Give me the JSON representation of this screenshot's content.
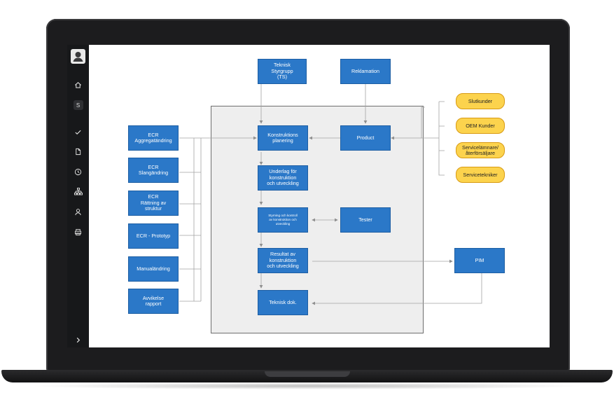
{
  "sidebar": {
    "icons": [
      "user-icon",
      "home-icon",
      "s-badge",
      "check-icon",
      "document-icon",
      "clock-icon",
      "hierarchy-icon",
      "person-icon",
      "printer-icon",
      "chevron-right-icon"
    ],
    "badge_label": "S"
  },
  "diagram": {
    "top": {
      "teknisk": "Teknisk\nStyrgrupp\n(TS)",
      "reklamation": "Reklamation"
    },
    "left": {
      "ecr_aggregat": "ECR\nAggregatändring",
      "ecr_slang": "ECR\nSlangändring",
      "ecr_rattning": "ECR\nRättning av\nstruktur",
      "ecr_prototyp": "ECR - Prototyp",
      "manual": "Manualändring",
      "avvikelse": "Avvikelse\nrapport"
    },
    "center": {
      "konstruktion": "Konstruktions\nplanering",
      "underlag": "Underlag för\nkonstruktion\noch utveckling",
      "styrning": "Styrning och kontroll\nav konstruktion och\nutveckling",
      "resultat": "Resultat av\nkonstruktion\noch utveckling",
      "teknisk_dok": "Teknisk dok."
    },
    "right": {
      "product": "Product",
      "tester": "Tester",
      "pim": "PIM"
    },
    "customers": {
      "slutkunder": "Slutkunder",
      "oem": "OEM Kunder",
      "service": "Servicelämnare/\nåterförsäljare",
      "servicetekniker": "Servicetekniker"
    },
    "colors": {
      "box": "#2b78c8",
      "pill": "#fcd34d",
      "frame": "#eeeeee"
    }
  }
}
